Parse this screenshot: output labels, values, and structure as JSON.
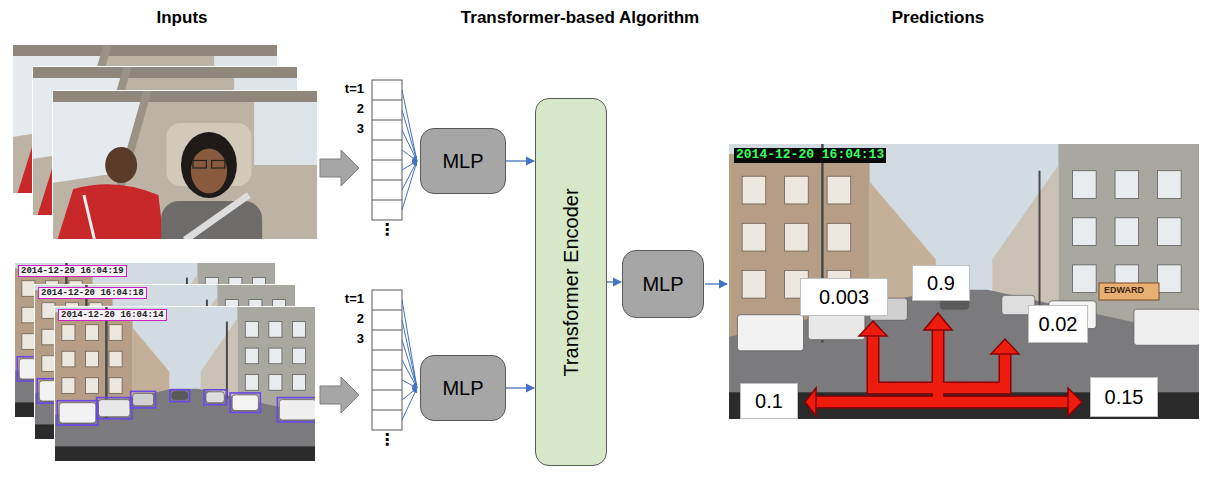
{
  "diagram": {
    "nodes": [
      {
        "text": [
          "MLP"
        ]
      },
      {
        "text": [
          "MLP"
        ]
      },
      {
        "text": [
          "Transformer Encoder"
        ]
      },
      {
        "text": [
          "MLP"
        ]
      },
      {
        "text": [
          "0.003"
        ]
      },
      {
        "text": [
          "0.9"
        ]
      },
      {
        "text": [
          "0.02"
        ]
      },
      {
        "text": [
          "0.1"
        ]
      },
      {
        "text": [
          "0.15"
        ]
      }
    ],
    "edges": [
      {
        "from": 0,
        "to": 2,
        "arrow": "to"
      },
      {
        "from": 1,
        "to": 2,
        "arrow": "to"
      },
      {
        "from": 2,
        "to": 3,
        "arrow": "to"
      }
    ],
    "labels": [
      "Inputs",
      "Transformer-based Algorithm",
      "Predictions",
      "t=1",
      "2",
      "3",
      "⋮",
      "t=1",
      "2",
      "3",
      "⋮",
      "2014-12-20 16:04:19",
      "2014-12-20 16:04:18",
      "2014-12-20 16:04:14",
      "2014-12-20 16:04:13",
      "EDWARD"
    ]
  }
}
